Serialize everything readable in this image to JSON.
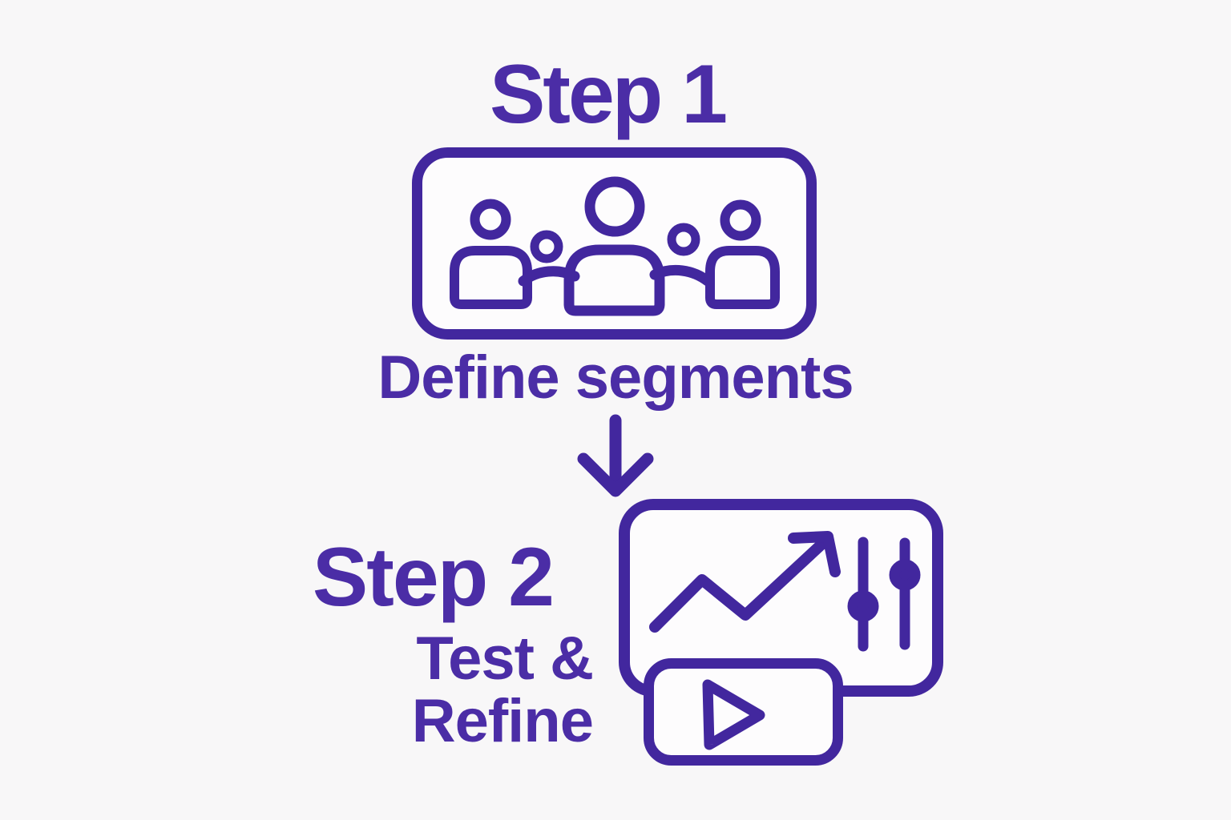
{
  "colors": {
    "background": "#f8f7f8",
    "outline_purple": "#42279e",
    "text_purple": "#4b2da6",
    "accent_red": "#ee4a5b",
    "person_light_purple": "#a887d6",
    "person_mid_purple": "#8b4aa5",
    "panel_fill": "#fdfcfd"
  },
  "step1": {
    "title": "Step 1",
    "caption": "Define segments",
    "icon": "audience-segments-icon"
  },
  "connector": {
    "icon": "arrow-down-icon"
  },
  "step2": {
    "title": "Step 2",
    "caption_line1": "Test &",
    "caption_line2": "Refine",
    "icons": [
      "trend-chart-icon",
      "sliders-icon",
      "video-play-icon"
    ]
  }
}
